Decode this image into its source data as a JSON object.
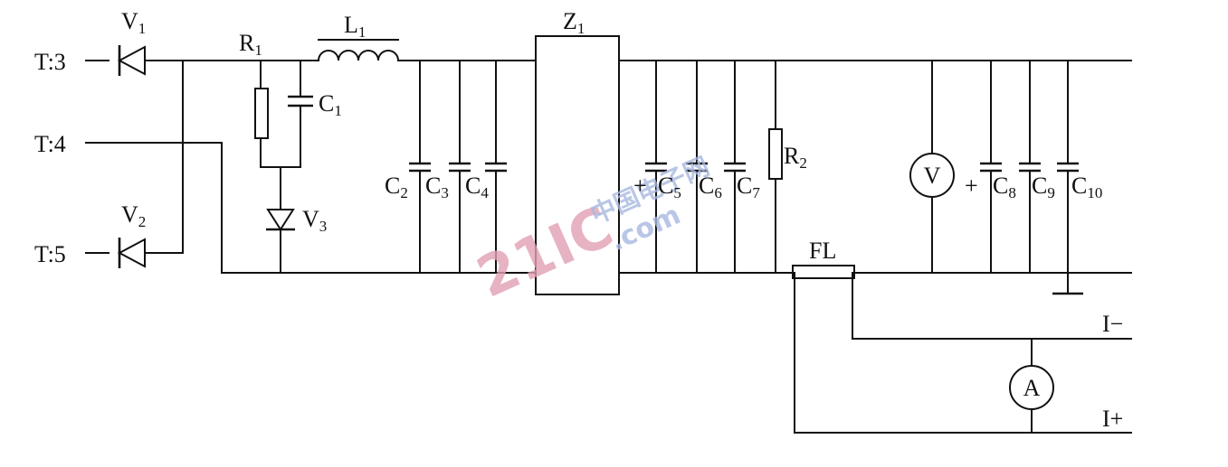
{
  "terminals": {
    "t3": "T:3",
    "t4": "T:4",
    "t5": "T:5",
    "i_minus": "I−",
    "i_plus": "I+"
  },
  "components": {
    "v1": {
      "base": "V",
      "sub": "1"
    },
    "v2": {
      "base": "V",
      "sub": "2"
    },
    "v3": {
      "base": "V",
      "sub": "3"
    },
    "r1": {
      "base": "R",
      "sub": "1"
    },
    "r2": {
      "base": "R",
      "sub": "2"
    },
    "l1": {
      "base": "L",
      "sub": "1"
    },
    "z1": {
      "base": "Z",
      "sub": "1"
    },
    "c1": {
      "base": "C",
      "sub": "1"
    },
    "c2": {
      "base": "C",
      "sub": "2"
    },
    "c3": {
      "base": "C",
      "sub": "3"
    },
    "c4": {
      "base": "C",
      "sub": "4"
    },
    "c5": {
      "base": "C",
      "sub": "5"
    },
    "c6": {
      "base": "C",
      "sub": "6"
    },
    "c7": {
      "base": "C",
      "sub": "7"
    },
    "c8": {
      "base": "C",
      "sub": "8"
    },
    "c9": {
      "base": "C",
      "sub": "9"
    },
    "c10": {
      "base": "C",
      "sub": "10"
    },
    "fl": "FL",
    "voltmeter": "V",
    "ammeter": "A",
    "plus_c5": "+",
    "plus_c8": "+"
  },
  "watermark": {
    "brand": "21IC",
    "cn": "中国电子网",
    "domain": ".com"
  },
  "colors": {
    "line": "#111111",
    "watermark_pink": "#e2a0b4",
    "watermark_blue": "#a8b8e0"
  }
}
